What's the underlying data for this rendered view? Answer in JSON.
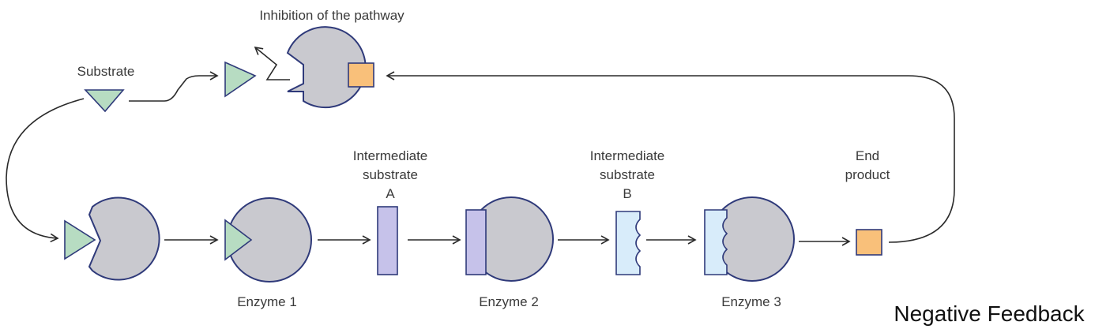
{
  "labels": {
    "inhibition": "Inhibition of the pathway",
    "substrate": "Substrate",
    "intermediate_a": [
      "Intermediate",
      "substrate",
      "A"
    ],
    "intermediate_b": [
      "Intermediate",
      "substrate",
      "B"
    ],
    "end_product": [
      "End",
      "product"
    ],
    "enzyme1": "Enzyme 1",
    "enzyme2": "Enzyme 2",
    "enzyme3": "Enzyme 3",
    "caption": "Negative Feedback"
  },
  "colors": {
    "substrate_fill": "#b7dcc2",
    "substrate_stroke": "#2f3a7a",
    "enzyme_fill": "#c9c9cf",
    "enzyme_stroke": "#2f3a7a",
    "intermediate_a_fill": "#c6c2ea",
    "intermediate_b_fill": "#d8ecfa",
    "end_product_fill": "#f9c07a",
    "arrow": "#2a2a2a"
  }
}
